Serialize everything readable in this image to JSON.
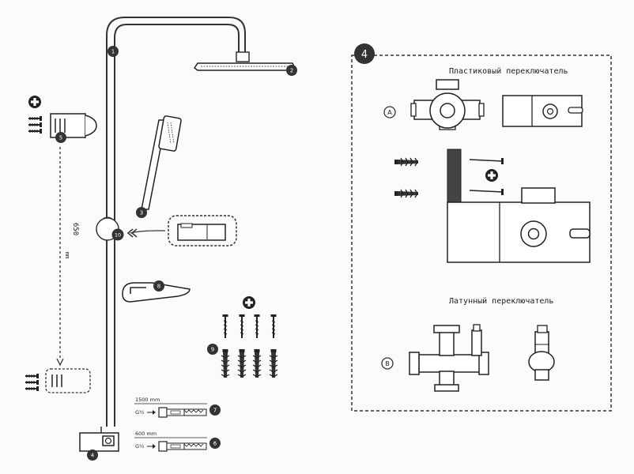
{
  "labels": {
    "part1": "1",
    "part2": "2",
    "part3": "3",
    "part4": "4",
    "part5": "5",
    "part6": "6",
    "part7": "7",
    "part8": "8",
    "part9": "9",
    "part10": "10",
    "panel_number": "4",
    "variant_a": "A",
    "variant_b": "B"
  },
  "dimension": {
    "value": "650",
    "unit": "mm"
  },
  "hoses": {
    "long_length": "1500 mm",
    "long_thread": "G½",
    "short_length": "600 mm",
    "short_thread": "G½"
  },
  "panel": {
    "plastic_switch_title": "Пластиковый переключатель",
    "brass_switch_title": "Латунный переключатель"
  }
}
